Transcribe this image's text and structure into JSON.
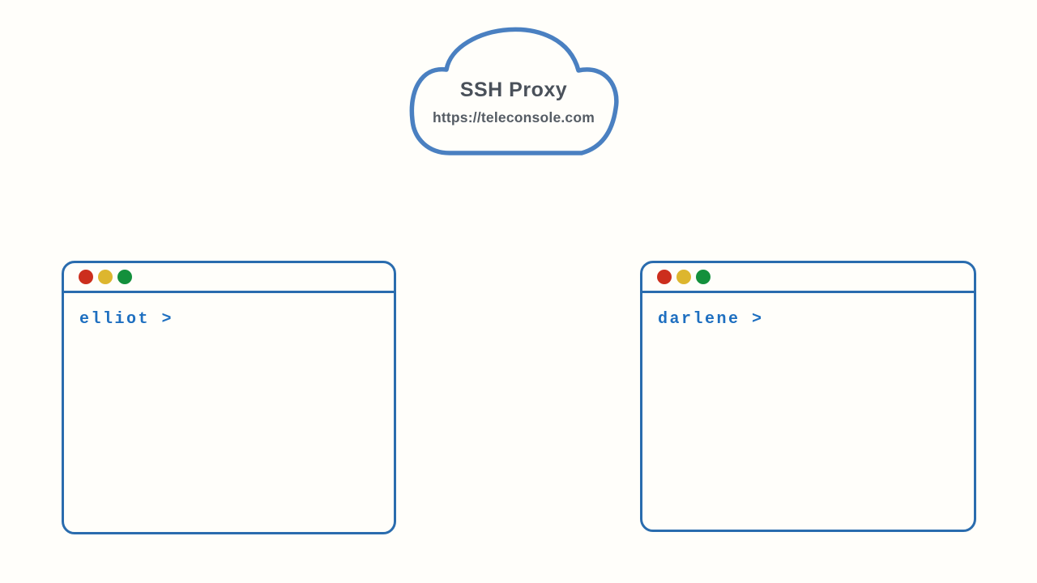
{
  "diagram": {
    "cloud": {
      "title": "SSH Proxy",
      "url": "https://teleconsole.com"
    },
    "terminals": [
      {
        "id": "left",
        "prompt": "elliot >"
      },
      {
        "id": "right",
        "prompt": "darlene >"
      }
    ],
    "colors": {
      "background": "#fffefa",
      "cloud_stroke": "#4a80c1",
      "terminal_border": "#2a6cae",
      "prompt_text": "#1e6fc0",
      "cloud_title_text": "#4a515a",
      "cloud_url_text": "#555c64",
      "dot_red": "#cc2e1d",
      "dot_yellow": "#ddb62e",
      "dot_green": "#13903c"
    }
  }
}
